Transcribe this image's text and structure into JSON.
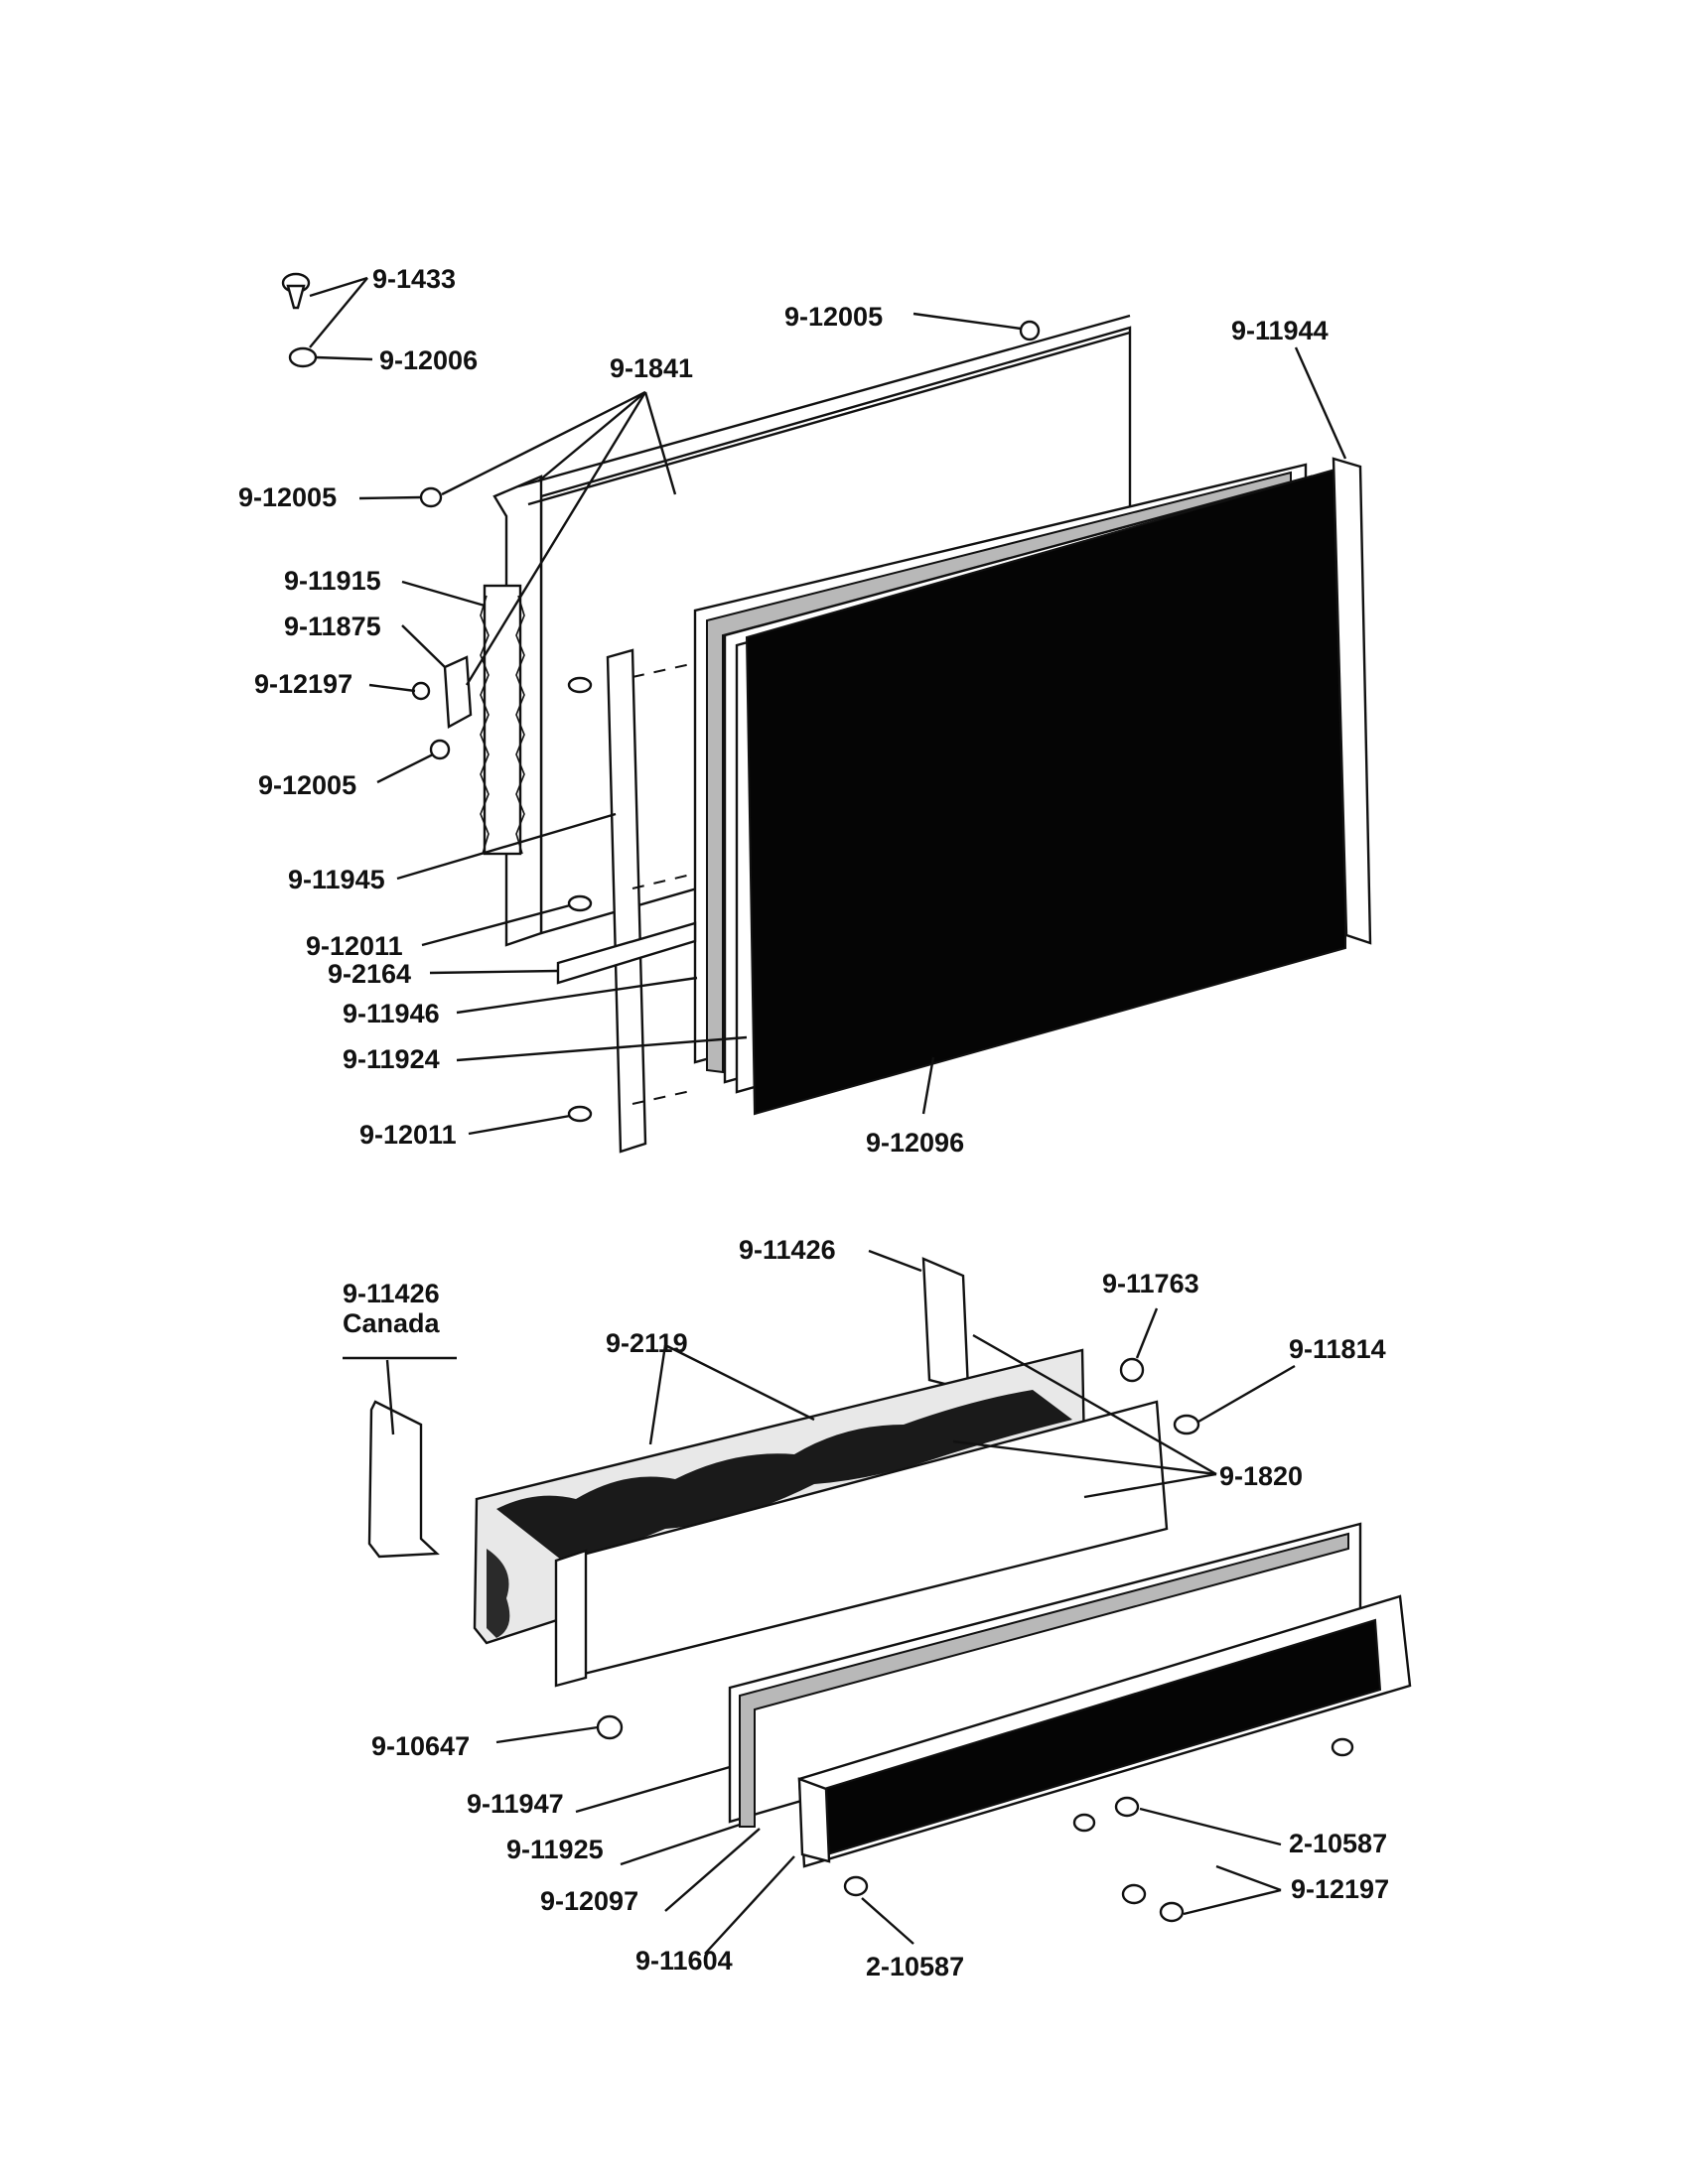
{
  "diagram": {
    "colors": {
      "ink": "#111111",
      "panel": "#050505",
      "paper": "#ffffff"
    },
    "upper_assembly": {
      "labels": [
        "9-1433",
        "9-12006",
        "9-12005",
        "9-1841",
        "9-12005",
        "9-11944",
        "9-11915",
        "9-11875",
        "9-12197",
        "9-12005",
        "9-11945",
        "9-12011",
        "9-2164",
        "9-11946",
        "9-11924",
        "9-12011",
        "9-12096"
      ]
    },
    "lower_assembly": {
      "labels": [
        "9-11426",
        "9-11763",
        "9-11426",
        "Canada",
        "9-2119",
        "9-11814",
        "9-1820",
        "9-10647",
        "9-11947",
        "9-11925",
        "2-10587",
        "9-12097",
        "9-12197",
        "9-11604",
        "2-10587"
      ]
    }
  }
}
